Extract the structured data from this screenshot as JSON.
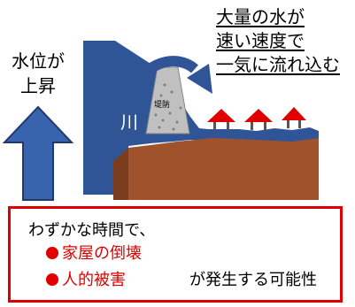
{
  "title_lines": [
    "大量の水が",
    "速い速度で",
    "一気に流れ込む"
  ],
  "water_rise": [
    "水位が",
    "上昇"
  ],
  "river_label": "川",
  "levee_label": "堤防",
  "warning": {
    "intro": "わずかな時間で、",
    "items": [
      "家屋の倒壊",
      "人的被害"
    ],
    "tail": "が発生する可能性"
  },
  "colors": {
    "river": "#2f5597",
    "ground": "#a0522d",
    "roof": "#e00000",
    "warning_border": "#e00000",
    "up_arrow": "#2f5597"
  }
}
